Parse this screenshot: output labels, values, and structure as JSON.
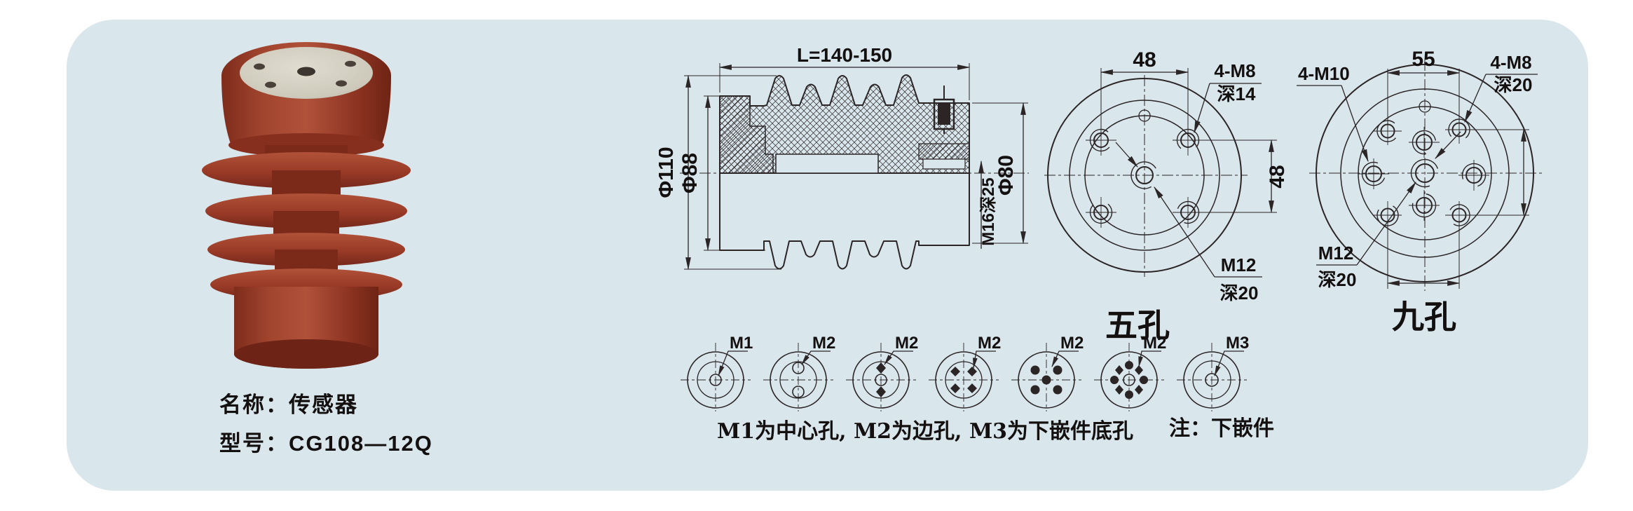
{
  "product": {
    "name_label": "名称：传感器",
    "model_label": "型号：CG108—12Q"
  },
  "section_view": {
    "length_dim": "L=140-150",
    "dia_110": "Φ110",
    "dia_88": "Φ88",
    "dia_80": "Φ80",
    "thread_note": "M16深25"
  },
  "five_hole": {
    "title": "五孔",
    "dim_top": "48",
    "dim_right": "48",
    "corner_label": "4-M8",
    "corner_depth": "深14",
    "center_label": "M12",
    "center_depth": "深20"
  },
  "nine_hole": {
    "title": "九孔",
    "dim_top": "55",
    "side_label": "4-M10",
    "corner_label": "4-M8",
    "corner_depth": "深20",
    "center_label": "M12",
    "center_depth": "深20"
  },
  "hole_figures": {
    "items": [
      {
        "label": "M1"
      },
      {
        "label": "M2"
      },
      {
        "label": "M2"
      },
      {
        "label": "M2"
      },
      {
        "label": "M2"
      },
      {
        "label": "M2"
      },
      {
        "label": "M3"
      }
    ],
    "note_left": "M1为中心孔, M2为边孔, M3为下嵌件底孔",
    "note_right": "注：下嵌件"
  },
  "colors": {
    "panel_bg": "#d9e6ec",
    "line": "#2b2526",
    "product_red": "#9a3a28",
    "metal_top": "#d6d2c5"
  }
}
